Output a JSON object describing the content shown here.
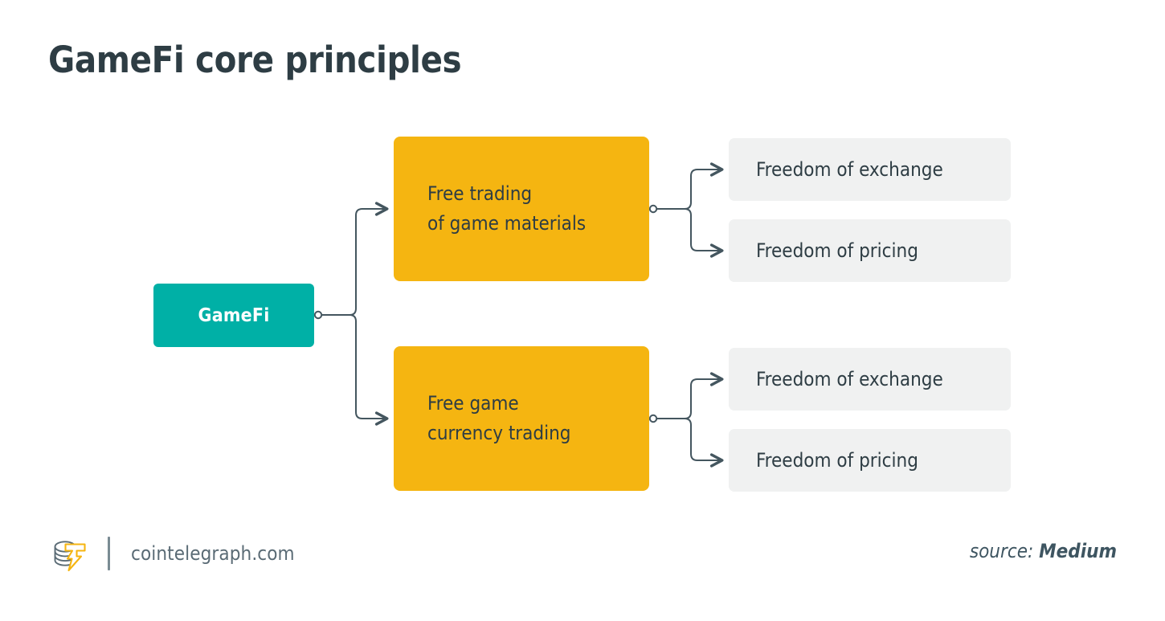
{
  "page": {
    "title": "GameFi core principles",
    "background_color": "#FFFFFF"
  },
  "colors": {
    "title_text": "#2E3D44",
    "root_box": "#00B0A6",
    "branch_box": "#F5B511",
    "leaf_box": "#F0F1F1",
    "connector": "#44565F",
    "body_text": "#2E3D44",
    "footer_text": "#5A6B75",
    "logo_gold": "#F5B511",
    "logo_gray": "#5A6B75"
  },
  "diagram": {
    "type": "tree",
    "root": {
      "id": "gamefi",
      "label": "GameFi"
    },
    "branches": [
      {
        "id": "free-trading-game-materials",
        "label": "Free trading\nof game materials",
        "children": [
          {
            "id": "freedom-of-exchange-1",
            "label": "Freedom of exchange"
          },
          {
            "id": "freedom-of-pricing-1",
            "label": "Freedom of pricing"
          }
        ]
      },
      {
        "id": "free-game-currency-trading",
        "label": "Free game\ncurrency trading",
        "children": [
          {
            "id": "freedom-of-exchange-2",
            "label": "Freedom of exchange"
          },
          {
            "id": "freedom-of-pricing-2",
            "label": "Freedom of pricing"
          }
        ]
      }
    ]
  },
  "footer": {
    "brand_url": "cointelegraph.com",
    "logo_name": "cointelegraph-coin-stack-logo",
    "source_label": "source:",
    "source_name": "Medium"
  }
}
